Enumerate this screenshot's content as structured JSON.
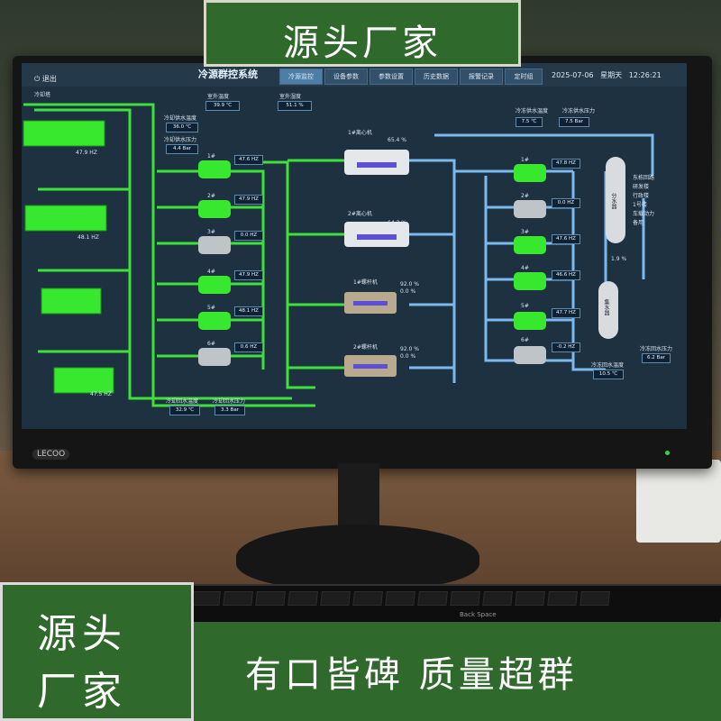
{
  "banner": {
    "top": "源头厂家",
    "corner_line1": "源头",
    "corner_line2": "厂家",
    "slogan": "有口皆碑 质量超群"
  },
  "monitor": {
    "brand": "LECOO",
    "backspace": "Back Space"
  },
  "app": {
    "title": "冷源群控系统",
    "exit": "退出",
    "tabs": [
      "冷源监控",
      "设备参数",
      "参数设置",
      "历史数据",
      "报警记录",
      "定时组"
    ],
    "active_tab": 0,
    "date": "2025-07-06",
    "weekday": "星期天",
    "time": "12:26:21"
  },
  "cooling_tower": {
    "label": "冷却塔",
    "hz": [
      "47.9 HZ",
      "48.1 HZ",
      "47.5 HZ"
    ],
    "outdoor_temp_label": "室外温度",
    "outdoor_temp": "39.9 ℃",
    "outdoor_hum_label": "室外湿度",
    "outdoor_hum": "51.1 %",
    "supply_temp_label": "冷却供水温度",
    "supply_temp": "36.0 ℃",
    "supply_press_label": "冷却供水压力",
    "supply_press": "4.4 Bar",
    "return_temp_label": "冷却回水温度",
    "return_temp": "32.9 ℃",
    "return_press_label": "冷却回水压力",
    "return_press": "3.3 Bar"
  },
  "cooling_pumps": [
    {
      "id": "1#",
      "hz": "47.6 HZ",
      "on": true
    },
    {
      "id": "2#",
      "hz": "47.9 HZ",
      "on": true
    },
    {
      "id": "3#",
      "hz": "0.0 HZ",
      "on": false
    },
    {
      "id": "4#",
      "hz": "47.9 HZ",
      "on": true
    },
    {
      "id": "5#",
      "hz": "48.1 HZ",
      "on": true
    },
    {
      "id": "6#",
      "hz": "0.6 HZ",
      "on": false
    }
  ],
  "chillers": [
    {
      "name": "1#离心机",
      "load": "65.4 %"
    },
    {
      "name": "2#离心机",
      "load": "64.3 %"
    },
    {
      "name": "1#螺杆机",
      "load": "92.0 %",
      "load2": "0.0 %"
    },
    {
      "name": "2#螺杆机",
      "load": "92.0 %",
      "load2": "0.0 %"
    }
  ],
  "chilled": {
    "supply_temp_label": "冷冻供水温度",
    "supply_temp": "7.5 ℃",
    "supply_press_label": "冷冻供水压力",
    "supply_press": "7.5 Bar",
    "return_temp_label": "冷冻回水温度",
    "return_temp": "10.5 ℃",
    "return_press_label": "冷冻回水压力",
    "return_press": "6.2 Bar",
    "bypass": "1.9 %"
  },
  "chilled_pumps": [
    {
      "id": "1#",
      "hz": "47.8 HZ",
      "on": true
    },
    {
      "id": "2#",
      "hz": "0.0 HZ",
      "on": false
    },
    {
      "id": "3#",
      "hz": "47.6 HZ",
      "on": true
    },
    {
      "id": "4#",
      "hz": "46.6 HZ",
      "on": true
    },
    {
      "id": "5#",
      "hz": "47.7 HZ",
      "on": true
    },
    {
      "id": "6#",
      "hz": "-0.2 HZ",
      "on": false
    }
  ],
  "headers": {
    "supply": "分水器",
    "return": "集水器",
    "branches": [
      "东栋回路",
      "研发楼",
      "行政楼",
      "1号楼",
      "车载动力",
      "备用"
    ]
  },
  "colors": {
    "pipe_green": "#3fe03a",
    "pipe_blue": "#7bb9f0",
    "banner_green": "#2f6a2c"
  }
}
